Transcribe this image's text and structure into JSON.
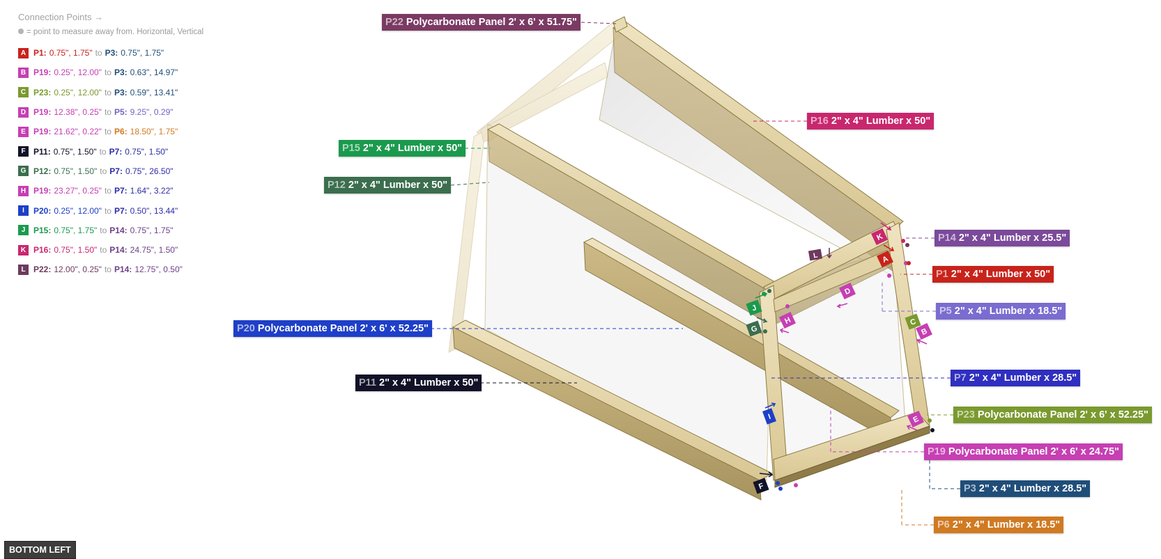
{
  "sidebar": {
    "title": "Connection Points →",
    "subtitle": "= point to measure away from. Horizontal, Vertical",
    "connections": [
      {
        "letter": "A",
        "color": "#c8231b",
        "from": "P1:",
        "from_val": "0.75\", 1.75\"",
        "to": "P3:",
        "to_val": "0.75\", 1.75\"",
        "from_color": "#c8231b",
        "to_color": "#1f4e79"
      },
      {
        "letter": "B",
        "color": "#c63fb3",
        "from": "P19:",
        "from_val": "0.25\", 12.00\"",
        "to": "P3:",
        "to_val": "0.63\", 14.97\"",
        "from_color": "#c63fb3",
        "to_color": "#1f4e79"
      },
      {
        "letter": "C",
        "color": "#7a9a2f",
        "from": "P23:",
        "from_val": "0.25\", 12.00\"",
        "to": "P3:",
        "to_val": "0.59\", 13.41\"",
        "from_color": "#7a9a2f",
        "to_color": "#1f4e79"
      },
      {
        "letter": "D",
        "color": "#c63fb3",
        "from": "P19:",
        "from_val": "12.38\", 0.25\"",
        "to": "P5:",
        "to_val": "9.25\", 0.29\"",
        "from_color": "#c63fb3",
        "to_color": "#6f63c4"
      },
      {
        "letter": "E",
        "color": "#c63fb3",
        "from": "P19:",
        "from_val": "21.62\", 0.22\"",
        "to": "P6:",
        "to_val": "18.50\", 1.75\"",
        "from_color": "#c63fb3",
        "to_color": "#d07a22"
      },
      {
        "letter": "F",
        "color": "#111128",
        "from": "P11:",
        "from_val": "0.75\", 1.50\"",
        "to": "P7:",
        "to_val": "0.75\", 1.50\"",
        "from_color": "#111128",
        "to_color": "#2c2ca8"
      },
      {
        "letter": "G",
        "color": "#3b6e4e",
        "from": "P12:",
        "from_val": "0.75\", 1.50\"",
        "to": "P7:",
        "to_val": "0.75\", 26.50\"",
        "from_color": "#3b6e4e",
        "to_color": "#2c2ca8"
      },
      {
        "letter": "H",
        "color": "#c63fb3",
        "from": "P19:",
        "from_val": "23.27\", 0.25\"",
        "to": "P7:",
        "to_val": "1.64\", 3.22\"",
        "from_color": "#c63fb3",
        "to_color": "#2c2ca8"
      },
      {
        "letter": "I",
        "color": "#1e3fc8",
        "from": "P20:",
        "from_val": "0.25\", 12.00\"",
        "to": "P7:",
        "to_val": "0.50\", 13.44\"",
        "from_color": "#1e3fc8",
        "to_color": "#2c2ca8"
      },
      {
        "letter": "J",
        "color": "#1b9a4e",
        "from": "P15:",
        "from_val": "0.75\", 1.75\"",
        "to": "P14:",
        "to_val": "0.75\", 1.75\"",
        "from_color": "#1b9a4e",
        "to_color": "#6e3f8a"
      },
      {
        "letter": "K",
        "color": "#c8276e",
        "from": "P16:",
        "from_val": "0.75\", 1.50\"",
        "to": "P14:",
        "to_val": "24.75\", 1.50\"",
        "from_color": "#c8276e",
        "to_color": "#6e3f8a"
      },
      {
        "letter": "L",
        "color": "#6d3a5e",
        "from": "P22:",
        "from_val": "12.00\", 0.25\"",
        "to": "P14:",
        "to_val": "12.75\", 0.50\"",
        "from_color": "#6d3a5e",
        "to_color": "#6e3f8a"
      }
    ]
  },
  "parts": {
    "p22": {
      "id": "P22",
      "desc": "Polycarbonate Panel 2' x 6'  x 51.75\"",
      "color": "#7b3a63"
    },
    "p16": {
      "id": "P16",
      "desc": "2\" x 4\" Lumber  x 50\"",
      "color": "#c8276e"
    },
    "p15": {
      "id": "P15",
      "desc": "2\" x 4\" Lumber  x 50\"",
      "color": "#1b9a4e"
    },
    "p12": {
      "id": "P12",
      "desc": "2\" x 4\" Lumber  x 50\"",
      "color": "#3b6e4e"
    },
    "p14": {
      "id": "P14",
      "desc": "2\" x 4\" Lumber  x 25.5\"",
      "color": "#7b4a9a"
    },
    "p1": {
      "id": "P1",
      "desc": "2\" x 4\" Lumber  x 50\"",
      "color": "#c8231b"
    },
    "p5": {
      "id": "P5",
      "desc": "2\" x 4\" Lumber  x 18.5\"",
      "color": "#7a6cd0"
    },
    "p20": {
      "id": "P20",
      "desc": "Polycarbonate Panel 2' x 6'  x 52.25\"",
      "color": "#1e3fc8"
    },
    "p7": {
      "id": "P7",
      "desc": "2\" x 4\" Lumber  x 28.5\"",
      "color": "#2f2fc0"
    },
    "p11": {
      "id": "P11",
      "desc": "2\" x 4\" Lumber  x 50\"",
      "color": "#111128"
    },
    "p23": {
      "id": "P23",
      "desc": "Polycarbonate Panel 2' x 6'  x 52.25\"",
      "color": "#7a9a2f"
    },
    "p19": {
      "id": "P19",
      "desc": "Polycarbonate Panel 2' x 6'  x 24.75\"",
      "color": "#c63fb3"
    },
    "p3": {
      "id": "P3",
      "desc": "2\" x 4\" Lumber  x 28.5\"",
      "color": "#1f4e79"
    },
    "p6": {
      "id": "P6",
      "desc": "2\" x 4\" Lumber  x 18.5\"",
      "color": "#d07a22"
    }
  },
  "view_button": {
    "label": "BOTTOM LEFT"
  },
  "markers": [
    {
      "letter": "K",
      "color": "#c8276e"
    },
    {
      "letter": "A",
      "color": "#c8231b"
    },
    {
      "letter": "L",
      "color": "#6d3a5e"
    },
    {
      "letter": "D",
      "color": "#c63fb3"
    },
    {
      "letter": "J",
      "color": "#1b9a4e"
    },
    {
      "letter": "H",
      "color": "#c63fb3"
    },
    {
      "letter": "G",
      "color": "#3b6e4e"
    },
    {
      "letter": "C",
      "color": "#7a9a2f"
    },
    {
      "letter": "B",
      "color": "#c63fb3"
    },
    {
      "letter": "I",
      "color": "#1e3fc8"
    },
    {
      "letter": "E",
      "color": "#c63fb3"
    },
    {
      "letter": "F",
      "color": "#111128"
    }
  ]
}
